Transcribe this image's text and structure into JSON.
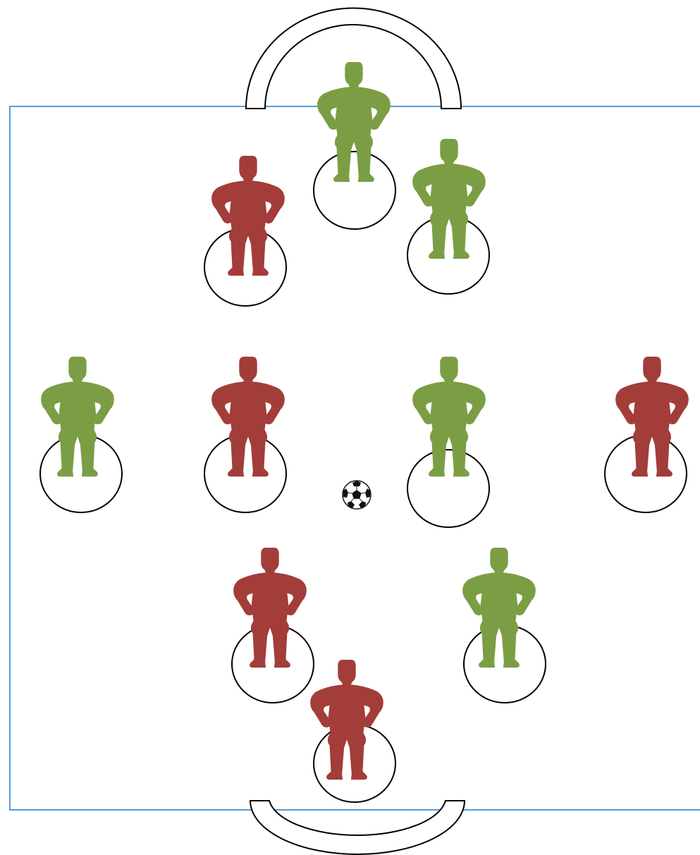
{
  "field": {
    "line_color": "#5B9BD5",
    "background": "#ffffff"
  },
  "teams": {
    "green": {
      "color": "#7B9E44"
    },
    "red": {
      "color": "#A23D3A"
    }
  },
  "players": [
    {
      "id": "green-1",
      "team": "green"
    },
    {
      "id": "red-1",
      "team": "red"
    },
    {
      "id": "green-2",
      "team": "green"
    },
    {
      "id": "green-3",
      "team": "green"
    },
    {
      "id": "red-2",
      "team": "red"
    },
    {
      "id": "green-4",
      "team": "green"
    },
    {
      "id": "red-3",
      "team": "red"
    },
    {
      "id": "red-4",
      "team": "red"
    },
    {
      "id": "green-5",
      "team": "green"
    },
    {
      "id": "red-5",
      "team": "red"
    }
  ],
  "ball": {
    "icon": "soccer-ball-icon"
  },
  "player_icon": "player-silhouette-icon",
  "marker_icon": "position-circle"
}
